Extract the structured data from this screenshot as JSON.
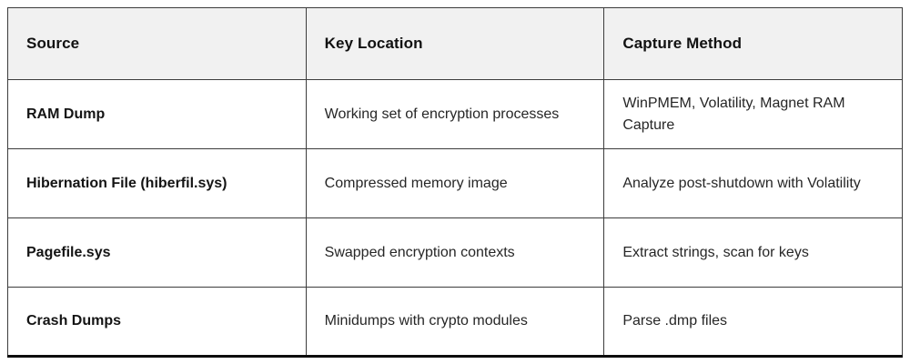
{
  "table": {
    "columns": [
      {
        "label": "Source"
      },
      {
        "label": "Key Location"
      },
      {
        "label": "Capture Method"
      }
    ],
    "rows": [
      {
        "source": "RAM Dump",
        "key_location": "Working set of encryption processes",
        "capture_method": "WinPMEM, Volatility, Magnet RAM Capture"
      },
      {
        "source": "Hibernation File (hiberfil.sys)",
        "key_location": "Compressed memory image",
        "capture_method": "Analyze post-shutdown with Volatility"
      },
      {
        "source": "Pagefile.sys",
        "key_location": "Swapped encryption contexts",
        "capture_method": "Extract strings, scan for keys"
      },
      {
        "source": "Crash Dumps",
        "key_location": "Minidumps with crypto modules",
        "capture_method": "Parse .dmp files"
      }
    ],
    "colors": {
      "header_bg": "#f1f1f1",
      "grid_border": "#3c3c3c",
      "bottom_border": "#0d0d0d",
      "header_text": "#111111",
      "body_text": "#262626",
      "page_bg": "#ffffff"
    }
  }
}
